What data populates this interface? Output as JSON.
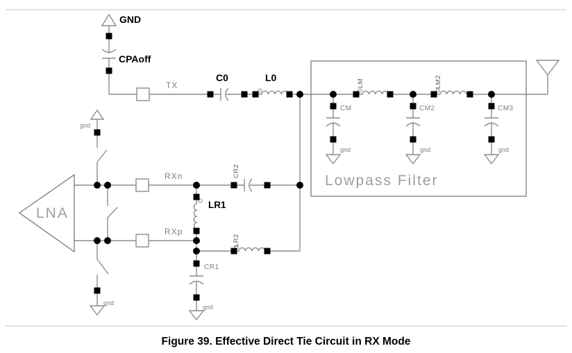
{
  "figure": {
    "caption": "Figure 39. Effective Direct Tie Circuit in RX Mode"
  },
  "schematic": {
    "labels": {
      "gnd_main": "GND",
      "cpaoff": "CPAoff",
      "tx": "TX",
      "c0": "C0",
      "l0": "L0",
      "lm": "LM",
      "lm2": "LM2",
      "cm": "CM",
      "cm2": "CM2",
      "cm3": "CM3",
      "lowpass_filter": "Lowpass Filter",
      "lna": "LNA",
      "rxn": "RXn",
      "rxp": "RXp",
      "cr2": "CR2",
      "lr1": "LR1",
      "lr2": "LR2",
      "cr1": "CR1",
      "gnd": "gnd"
    },
    "colors": {
      "wire": "#8c8c8c",
      "terminal": "#000000",
      "muted": "#7e7e7e",
      "faint": "#9e9e9e",
      "rule": "#d9d9d9",
      "label": "#000000"
    }
  }
}
